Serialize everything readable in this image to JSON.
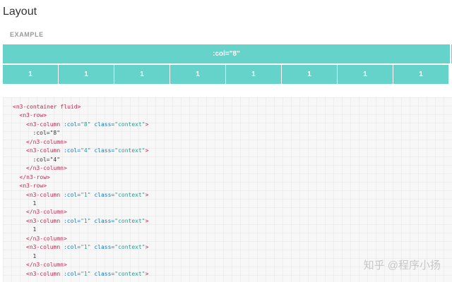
{
  "page": {
    "title": "Layout",
    "example_label": "EXAMPLE"
  },
  "demo": {
    "wide_cell_label": ":col=\"8\"",
    "narrow_cells": [
      "1",
      "1",
      "1",
      "1",
      "1",
      "1",
      "1",
      "1"
    ]
  },
  "code": {
    "lines": [
      {
        "indent": 0,
        "parts": [
          {
            "t": "tag",
            "v": "<n3-container fluid>"
          }
        ]
      },
      {
        "indent": 1,
        "parts": [
          {
            "t": "tag",
            "v": "<n3-row>"
          }
        ]
      },
      {
        "indent": 2,
        "parts": [
          {
            "t": "tag",
            "v": "<n3-column "
          },
          {
            "t": "attr",
            "v": ":col="
          },
          {
            "t": "str",
            "v": "\"8\""
          },
          {
            "t": "attr",
            "v": " class="
          },
          {
            "t": "str",
            "v": "\"context\""
          },
          {
            "t": "tag",
            "v": ">"
          }
        ]
      },
      {
        "indent": 3,
        "parts": [
          {
            "t": "text",
            "v": ":col=\"8\""
          }
        ]
      },
      {
        "indent": 2,
        "parts": [
          {
            "t": "tag",
            "v": "</n3-column>"
          }
        ]
      },
      {
        "indent": 2,
        "parts": [
          {
            "t": "tag",
            "v": "<n3-column "
          },
          {
            "t": "attr",
            "v": ":col="
          },
          {
            "t": "str",
            "v": "\"4\""
          },
          {
            "t": "attr",
            "v": " class="
          },
          {
            "t": "str",
            "v": "\"context\""
          },
          {
            "t": "tag",
            "v": ">"
          }
        ]
      },
      {
        "indent": 3,
        "parts": [
          {
            "t": "text",
            "v": ":col=\"4\""
          }
        ]
      },
      {
        "indent": 2,
        "parts": [
          {
            "t": "tag",
            "v": "</n3-column>"
          }
        ]
      },
      {
        "indent": 1,
        "parts": [
          {
            "t": "tag",
            "v": "</n3-row>"
          }
        ]
      },
      {
        "indent": 1,
        "parts": [
          {
            "t": "tag",
            "v": "<n3-row>"
          }
        ]
      },
      {
        "indent": 2,
        "parts": [
          {
            "t": "tag",
            "v": "<n3-column "
          },
          {
            "t": "attr",
            "v": ":col="
          },
          {
            "t": "str",
            "v": "\"1\""
          },
          {
            "t": "attr",
            "v": " class="
          },
          {
            "t": "str",
            "v": "\"context\""
          },
          {
            "t": "tag",
            "v": ">"
          }
        ]
      },
      {
        "indent": 3,
        "parts": [
          {
            "t": "text",
            "v": "1"
          }
        ]
      },
      {
        "indent": 2,
        "parts": [
          {
            "t": "tag",
            "v": "</n3-column>"
          }
        ]
      },
      {
        "indent": 2,
        "parts": [
          {
            "t": "tag",
            "v": "<n3-column "
          },
          {
            "t": "attr",
            "v": ":col="
          },
          {
            "t": "str",
            "v": "\"1\""
          },
          {
            "t": "attr",
            "v": " class="
          },
          {
            "t": "str",
            "v": "\"context\""
          },
          {
            "t": "tag",
            "v": ">"
          }
        ]
      },
      {
        "indent": 3,
        "parts": [
          {
            "t": "text",
            "v": "1"
          }
        ]
      },
      {
        "indent": 2,
        "parts": [
          {
            "t": "tag",
            "v": "</n3-column>"
          }
        ]
      },
      {
        "indent": 2,
        "parts": [
          {
            "t": "tag",
            "v": "<n3-column "
          },
          {
            "t": "attr",
            "v": ":col="
          },
          {
            "t": "str",
            "v": "\"1\""
          },
          {
            "t": "attr",
            "v": " class="
          },
          {
            "t": "str",
            "v": "\"context\""
          },
          {
            "t": "tag",
            "v": ">"
          }
        ]
      },
      {
        "indent": 3,
        "parts": [
          {
            "t": "text",
            "v": "1"
          }
        ]
      },
      {
        "indent": 2,
        "parts": [
          {
            "t": "tag",
            "v": "</n3-column>"
          }
        ]
      },
      {
        "indent": 2,
        "parts": [
          {
            "t": "tag",
            "v": "<n3-column "
          },
          {
            "t": "attr",
            "v": ":col="
          },
          {
            "t": "str",
            "v": "\"1\""
          },
          {
            "t": "attr",
            "v": " class="
          },
          {
            "t": "str",
            "v": "\"context\""
          },
          {
            "t": "tag",
            "v": ">"
          }
        ]
      }
    ]
  },
  "watermark": "知乎 @程序小扬",
  "colors": {
    "accent": "#66d3ca",
    "tag": "#c7254e",
    "attr": "#1a7ab3",
    "string": "#2a9d8f"
  }
}
